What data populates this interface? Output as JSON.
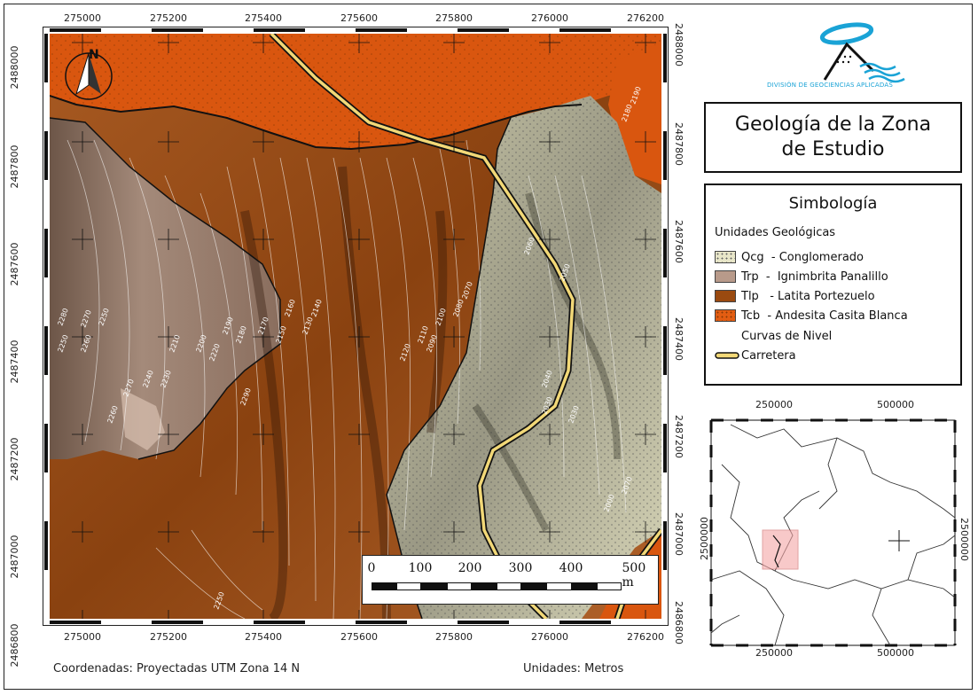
{
  "map": {
    "top_ticks": [
      "275000",
      "275200",
      "275400",
      "275600",
      "275800",
      "276000",
      "276200"
    ],
    "bottom_ticks": [
      "275000",
      "275200",
      "275400",
      "275600",
      "275800",
      "276000",
      "276200"
    ],
    "left_ticks": [
      "2488000",
      "2487800",
      "2487600",
      "2487400",
      "2487200",
      "2487000",
      "2486800"
    ],
    "right_ticks": [
      "2488000",
      "2487800",
      "2487600",
      "2487400",
      "2487200",
      "2487000",
      "2486800"
    ],
    "north_label": "N",
    "contour_labels": [
      "2280",
      "2270",
      "2250",
      "2260",
      "2250",
      "2230",
      "2270",
      "2240",
      "2260",
      "2220",
      "2210",
      "2200",
      "2190",
      "2180",
      "2170",
      "2160",
      "2150",
      "2140",
      "2130",
      "2120",
      "2110",
      "2100",
      "2090",
      "2080",
      "2070",
      "2060",
      "2050",
      "2040",
      "2030",
      "2180",
      "2190",
      "2290",
      "2250",
      "2070",
      "2000",
      "2030"
    ]
  },
  "scalebar": {
    "labels": [
      "0",
      "100",
      "200",
      "300",
      "400",
      "500 m"
    ]
  },
  "logo": {
    "text": "División de Geociencias Aplicadas"
  },
  "title": "Geología de la Zona de Estudio",
  "legend": {
    "title": "Simbología",
    "subtitle": "Unidades Geológicas",
    "items": [
      {
        "code": "Qcg",
        "label": "Qcg  - Conglomerado",
        "color": "#e8e6c8"
      },
      {
        "code": "Trp",
        "label": "Trp  -  Ignimbrita Panalillo",
        "color": "#b89a8a"
      },
      {
        "code": "Tlp",
        "label": "Tlp   - Latita Portezuelo",
        "color": "#9a4a10"
      },
      {
        "code": "Tcb",
        "label": "Tcb  - Andesita Casita Blanca",
        "color": "#e35d12"
      }
    ],
    "contours_label": "Curvas de Nivel",
    "road_label": "Carretera"
  },
  "inset": {
    "top_ticks": [
      "250000",
      "500000"
    ],
    "bottom_ticks": [
      "250000",
      "500000"
    ],
    "left_ticks": [
      "2500000"
    ],
    "right_ticks": [
      "2500000"
    ]
  },
  "footer": {
    "coords": "Coordenadas: Proyectadas UTM Zona 14 N",
    "units": "Unidades: Metros"
  },
  "colors": {
    "qcg": "#e8e6c8",
    "trp": "#b89a8a",
    "tlp": "#9a4a10",
    "tcb": "#e35d12",
    "road": "#f2d877"
  }
}
